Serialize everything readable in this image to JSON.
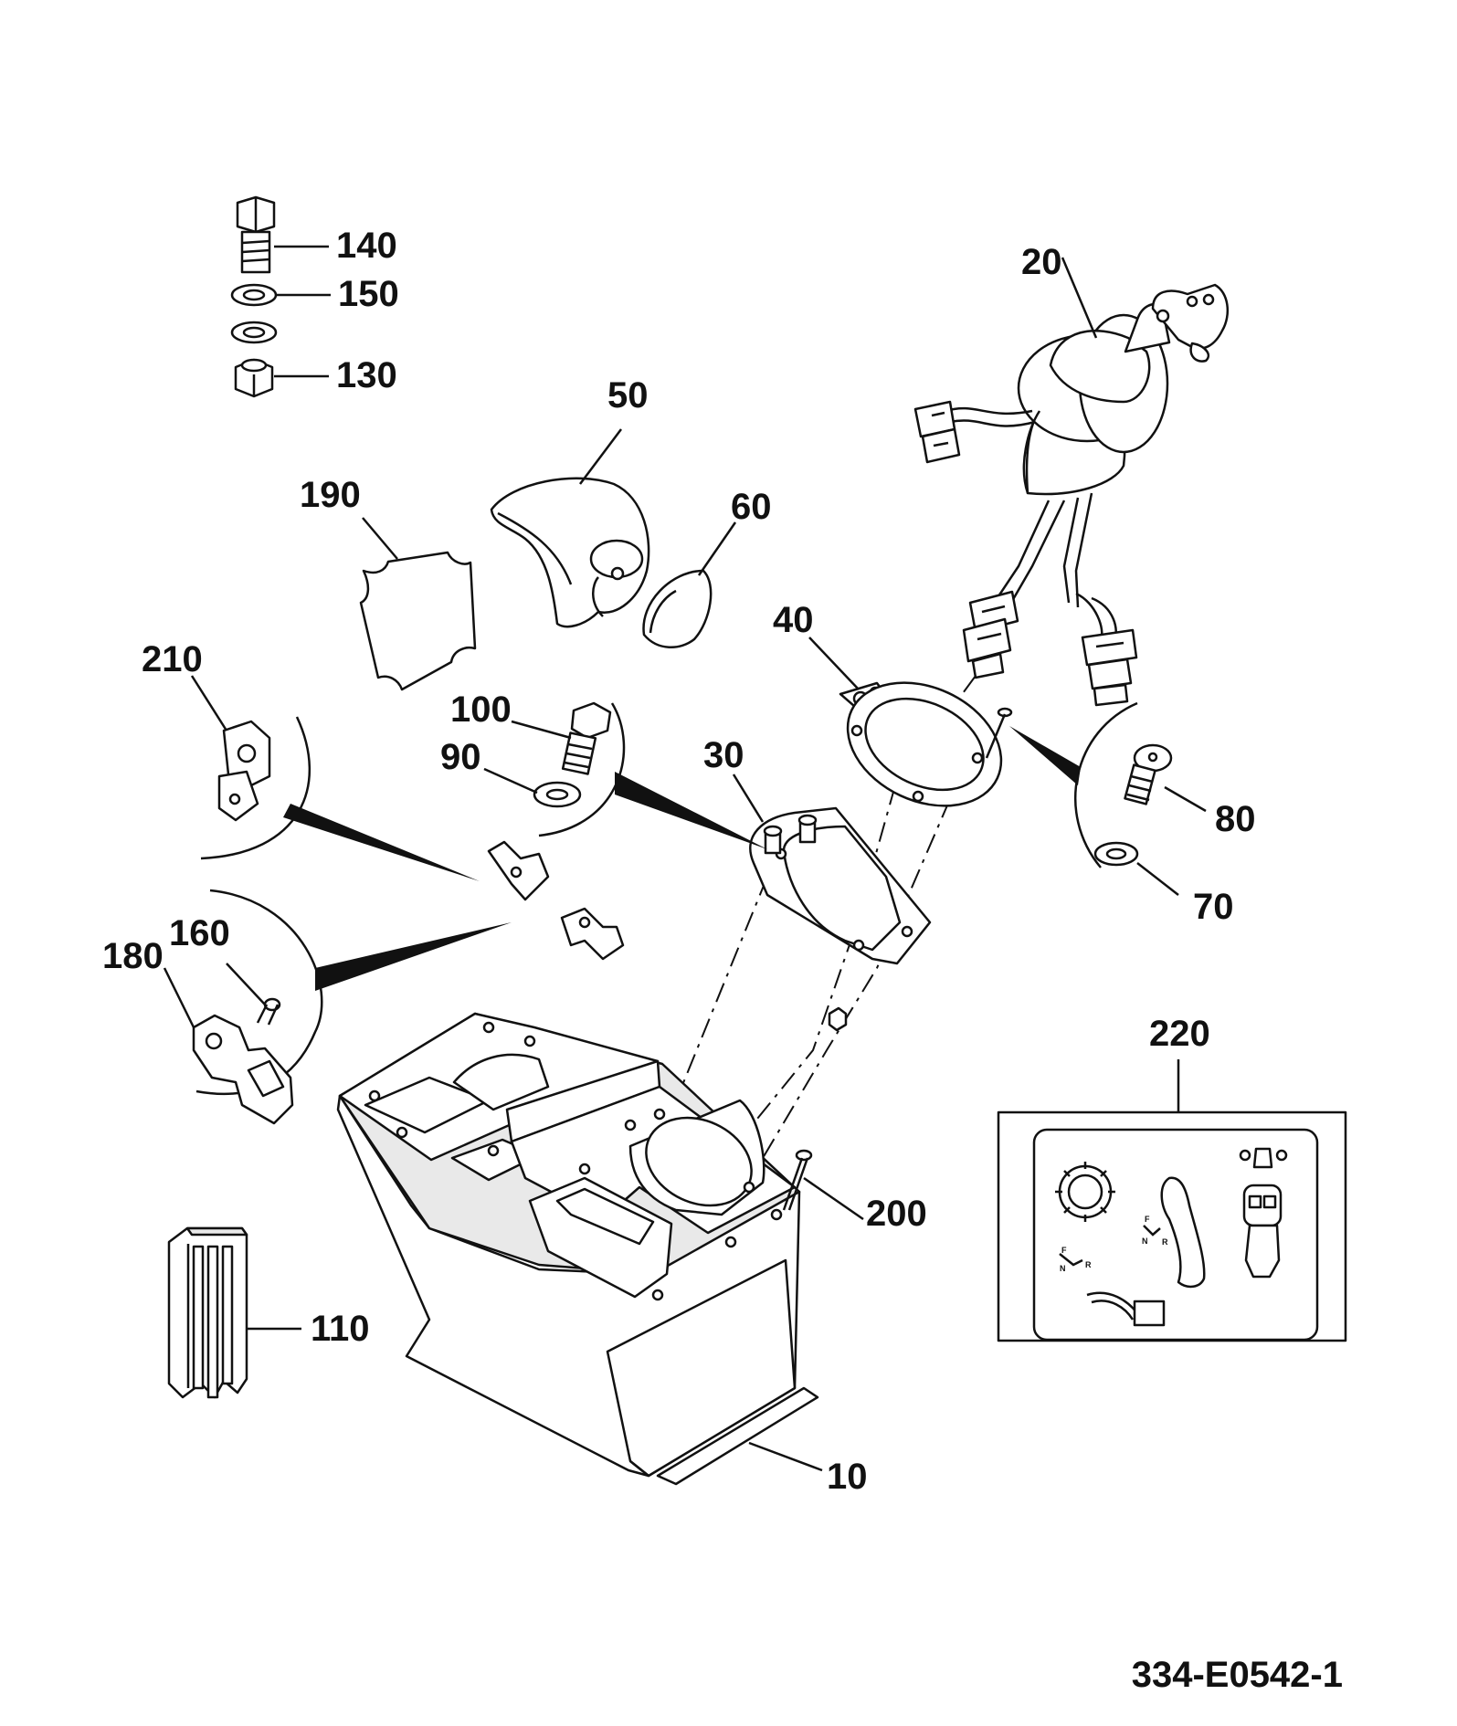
{
  "drawing_reference": "334-E0542-1",
  "callouts": {
    "c10": "10",
    "c20": "20",
    "c30": "30",
    "c40": "40",
    "c50": "50",
    "c60": "60",
    "c70": "70",
    "c80": "80",
    "c90": "90",
    "c100": "100",
    "c110": "110",
    "c130": "130",
    "c140": "140",
    "c150": "150",
    "c160": "160",
    "c180": "180",
    "c190": "190",
    "c200": "200",
    "c210": "210",
    "c220": "220"
  },
  "decal_220": {
    "joystick_direction_letters": [
      "F",
      "N",
      "R"
    ],
    "lever_direction_letters": [
      "F",
      "N",
      "R"
    ]
  }
}
